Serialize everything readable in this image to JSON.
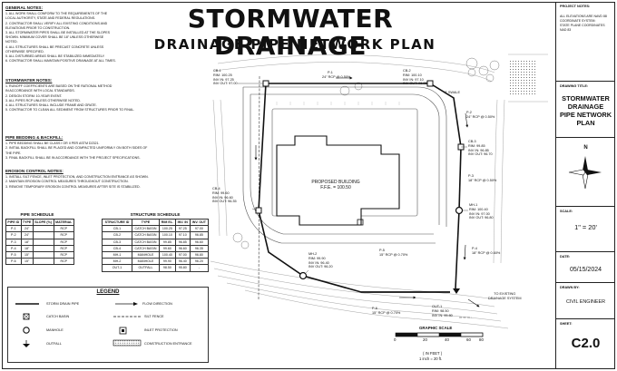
{
  "title": "STORMWATER DRAINAGE",
  "subtitle": "DRAINAGE PIPE NETWORK PLAN",
  "general_notes": {
    "heading": "GENERAL NOTES:",
    "items": [
      "1. ALL WORK SHALL CONFORM TO THE REQUIREMENTS OF THE",
      "   LOCAL AUTHORITY, STATE AND FEDERAL REGULATIONS.",
      "2. CONTRACTOR SHALL VERIFY ALL EXISTING CONDITIONS AND",
      "   ELEVATIONS PRIOR TO CONSTRUCTION.",
      "3. ALL STORMWATER PIPES SHALL BE INSTALLED AT THE SLOPES",
      "   SHOWN. MINIMUM COVER SHALL BE 18\" UNLESS OTHERWISE",
      "   NOTED.",
      "4. ALL STRUCTURES SHALL BE PRECAST CONCRETE UNLESS",
      "   OTHERWISE SPECIFIED.",
      "5. ALL DISTURBED AREAS SHALL BE STABILIZED IMMEDIATELY.",
      "6. CONTRACTOR SHALL MAINTAIN POSITIVE DRAINAGE AT ALL TIMES."
    ]
  },
  "stormwater_notes": {
    "heading": "STORMWATER NOTES:",
    "items": [
      "1. RUNOFF COEFFICIENTS ARE BASED ON THE RATIONAL METHOD",
      "   IN ACCORDANCE WITH LOCAL STANDARDS.",
      "2. DESIGN STORM: 10-YEAR EVENT.",
      "3. ALL PIPES RCP UNLESS OTHERWISE NOTED.",
      "4. ALL STRUCTURES SHALL INCLUDE FRAME AND GRATE.",
      "5. CONTRACTOR TO CLEAN ALL SEDIMENT FROM STRUCTURES PRIOR TO FINAL."
    ]
  },
  "pipe_bedding": {
    "heading": "PIPE BEDDING & BACKFILL:",
    "items": [
      "1. PIPE BEDDING SHALL BE CLASS I OR II PER ASTM D2321.",
      "2. INITIAL BACKFILL SHALL BE PLACED AND COMPACTED UNIFORMLY ON BOTH SIDES OF",
      "   THE PIPE.",
      "3. FINAL BACKFILL SHALL BE IN ACCORDANCE WITH THE PROJECT SPECIFICATIONS."
    ]
  },
  "erosion_notes": {
    "heading": "EROSION CONTROL NOTES:",
    "items": [
      "1. INSTALL SILT FENCE, INLET PROTECTION, AND CONSTRUCTION ENTRANCE AS SHOWN.",
      "2. MAINTAIN EROSION CONTROL MEASURES THROUGHOUT CONSTRUCTION.",
      "3. REMOVE TEMPORARY EROSION CONTROL MEASURES AFTER SITE IS STABILIZED."
    ]
  },
  "pipe_schedule": {
    "title": "PIPE SCHEDULE",
    "headers": [
      "PIPE ID",
      "TYPE",
      "SLOPE (%)",
      "MATERIAL"
    ],
    "rows": [
      [
        "P-1",
        "24\"",
        "",
        "RCP"
      ],
      [
        "P-2",
        "24\"",
        "",
        "RCP"
      ],
      [
        "P-3",
        "18\"",
        "",
        "RCP"
      ],
      [
        "P-4",
        "18\"",
        "",
        "RCP"
      ],
      [
        "P-5",
        "15\"",
        "",
        "RCP"
      ],
      [
        "P-6",
        "15\"",
        "",
        "RCP"
      ]
    ]
  },
  "structure_schedule": {
    "title": "STRUCTURE SCHEDULE",
    "headers": [
      "STRUCTURE ID",
      "TYPE",
      "RIM EL.",
      "INV. IN",
      "INV. OUT"
    ],
    "rows": [
      [
        "CB-1",
        "CATCH BASIN",
        "100.25",
        "97.25",
        "97.00"
      ],
      [
        "CB-2",
        "CATCH BASIN",
        "100.10",
        "97.10",
        "96.85"
      ],
      [
        "CB-3",
        "CATCH BASIN",
        "99.85",
        "96.85",
        "96.60"
      ],
      [
        "CB-4",
        "CATCH BASIN",
        "99.60",
        "96.60",
        "96.35"
      ],
      [
        "MH-1",
        "MANHOLE",
        "100.40",
        "97.00",
        "96.80"
      ],
      [
        "MH-2",
        "MANHOLE",
        "99.90",
        "96.40",
        "96.20"
      ],
      [
        "OUT-1",
        "OUTFALL",
        "98.50",
        "95.80",
        "-"
      ]
    ]
  },
  "legend": {
    "title": "LEGEND",
    "items": {
      "pipe": "STORM DRAIN PIPE",
      "flow": "FLOW DIRECTION",
      "catch_basin": "CATCH BASIN",
      "silt_fence": "SILT FENCE",
      "manhole": "MANHOLE",
      "inlet": "INLET PROTECTION",
      "outfall": "OUTFALL",
      "entrance": "CONSTRUCTION ENTRANCE"
    }
  },
  "plan": {
    "building_label": "PROPOSED BUILDING",
    "building_ffe": "F.F.E. = 100.50",
    "structures": {
      "cb1": [
        "CB-1",
        "RIM: 100.25",
        "INV IN: 97.25",
        "INV OUT: 97.00"
      ],
      "cb2": [
        "CB-2",
        "RIM: 100.10",
        "INV IN: 97.10",
        "INV OUT: 96.85"
      ],
      "cb3": [
        "CB-3",
        "RIM: 99.85",
        "INV IN: 96.85",
        "INV OUT: 96.70"
      ],
      "cb4": [
        "CB-4",
        "RIM: 99.60",
        "INV IN: 96.60",
        "INV OUT: 96.35"
      ],
      "mh1": [
        "MH-1",
        "RIM: 100.40",
        "INV IN: 97.00",
        "INV OUT: 96.80"
      ],
      "mh2": [
        "MH-2",
        "RIM: 99.90",
        "INV IN: 96.40",
        "INV OUT: 96.20"
      ],
      "out1": [
        "OUT-1",
        "RIM: 98.50",
        "INV IN: 95.80"
      ]
    },
    "pipes": {
      "p1": [
        "P-1",
        "24\" RCP @ 0.50%"
      ],
      "p2": [
        "P-2",
        "24\" RCP @ 0.50%"
      ],
      "p3": [
        "P-3",
        "18\" RCP @ 0.50%"
      ],
      "p4": [
        "P-4",
        "18\" RCP @ 0.60%"
      ],
      "p5": [
        "P-5",
        "15\" RCP @ 0.70%"
      ],
      "p6": [
        "P-6",
        "15\" RCP @ 0.70%"
      ]
    },
    "swale_label": "2' SWALE",
    "existing_drainage": [
      "TO EXISTING",
      "DRAINAGE SYSTEM"
    ]
  },
  "scale_bar": {
    "title": "GRAPHIC SCALE",
    "ticks": [
      "0",
      "20",
      "40",
      "60",
      "80"
    ],
    "units": "( IN FEET )",
    "ratio": "1 inch = 20  ft."
  },
  "title_block": {
    "project_notes_label": "PROJECT NOTES:",
    "project_notes": [
      "ALL ELEVATIONS ARE NAVD 88",
      "COORDINATE SYSTEM:",
      "STATE PLANE COORDINATES",
      "NAD 83"
    ],
    "drawing_title_label": "DRAWING TITLE:",
    "drawing_title": [
      "STORMWATER",
      "DRAINAGE",
      "PIPE NETWORK",
      "PLAN"
    ],
    "north": "N",
    "scale_label": "SCALE:",
    "scale": "1\" = 20'",
    "date_label": "DATE:",
    "date": "05/15/2024",
    "drawn_by_label": "DRAWN BY:",
    "drawn_by": "CIVIL ENGINEER",
    "sheet_label": "SHEET:",
    "sheet": "C2.0"
  }
}
